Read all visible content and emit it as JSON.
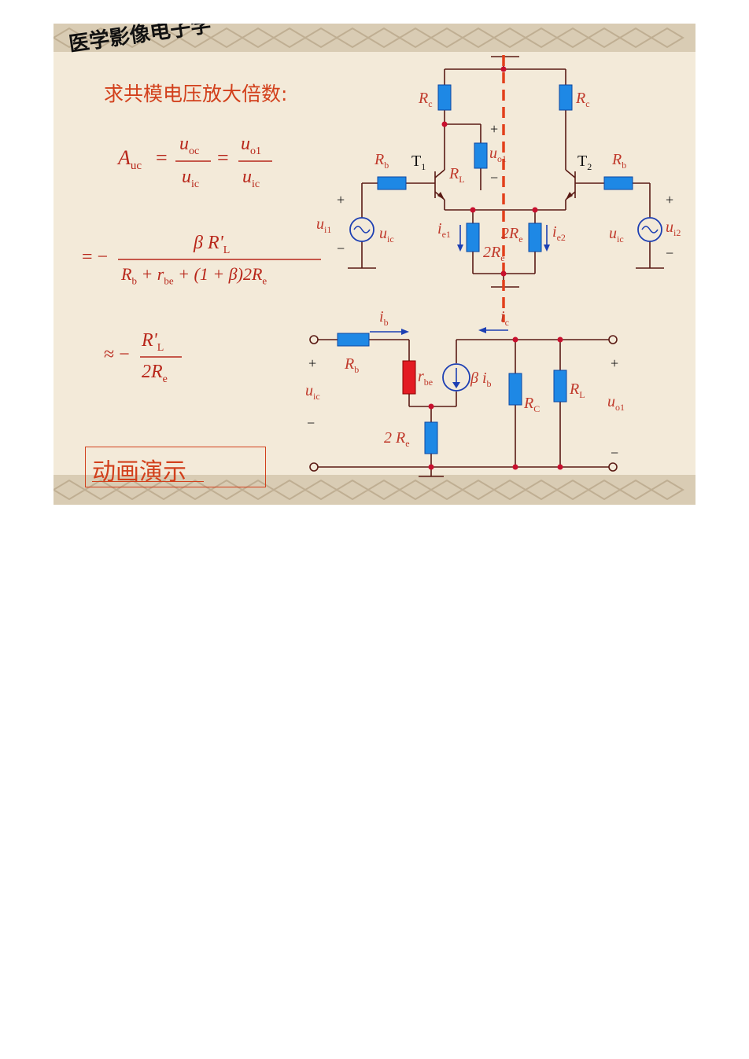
{
  "slide": {
    "course_title": "医学影像电子学",
    "heading": "求共模电压放大倍数:",
    "demo_link": "动画演示"
  },
  "formula": {
    "line1": {
      "lhs": "A",
      "lhs_sub": "uc",
      "eq": "=",
      "frac1_num": "u",
      "frac1_num_sub": "oc",
      "frac1_den": "u",
      "frac1_den_sub": "ic",
      "frac2_num": "u",
      "frac2_num_sub": "o1",
      "frac2_den": "u",
      "frac2_den_sub": "ic"
    },
    "line2": {
      "prefix": "= −",
      "num": "β R'",
      "num_sub": "L",
      "den": "R",
      "den_b": "b",
      "den_mid": " + r",
      "den_be": "be",
      "den_tail": " + (1 + β)2R",
      "den_e": "e"
    },
    "line3": {
      "prefix": "≈ −",
      "num": "R'",
      "num_sub": "L",
      "den": "2R",
      "den_sub": "e"
    }
  },
  "circuit_top": {
    "rc_left": "R",
    "rc_left_sub": "c",
    "rc_right": "R",
    "rc_right_sub": "c",
    "rb_left": "R",
    "rb_left_sub": "b",
    "rb_right": "R",
    "rb_right_sub": "b",
    "t1": "T",
    "t1_sub": "1",
    "t2": "T",
    "t2_sub": "2",
    "rl": "R",
    "rl_sub": "L",
    "uo1": "u",
    "uo1_sub": "o1",
    "plus": "+",
    "minus": "−",
    "ui1": "u",
    "ui1_sub": "i1",
    "ui2": "u",
    "ui2_sub": "i2",
    "uic_left": "u",
    "uic_left_sub": "ic",
    "uic_right": "u",
    "uic_right_sub": "ic",
    "ie1": "i",
    "ie1_sub": "e1",
    "ie2": "i",
    "ie2_sub": "e2",
    "re_left": "2R",
    "re_left_sub": "e",
    "re_right": "2R",
    "re_right_sub": "e"
  },
  "circuit_bottom": {
    "ib": "i",
    "ib_sub": "b",
    "ic": "i",
    "ic_sub": "c",
    "rb": "R",
    "rb_sub": "b",
    "rbe": "r",
    "rbe_sub": "be",
    "beta_ib": "β i",
    "beta_ib_sub": "b",
    "rc": "R",
    "rc_sub": "C",
    "rl": "R",
    "rl_sub": "L",
    "re": "2 R",
    "re_sub": "e",
    "uic": "u",
    "uic_sub": "ic",
    "uo1": "u",
    "uo1_sub": "o1",
    "plus": "+",
    "minus": "−"
  },
  "colors": {
    "accent_red": "#d2401c",
    "resistor_blue": "#1e88e5",
    "rbe_red": "#e31b23",
    "wire": "#5a1a14",
    "node": "#c8102e"
  }
}
